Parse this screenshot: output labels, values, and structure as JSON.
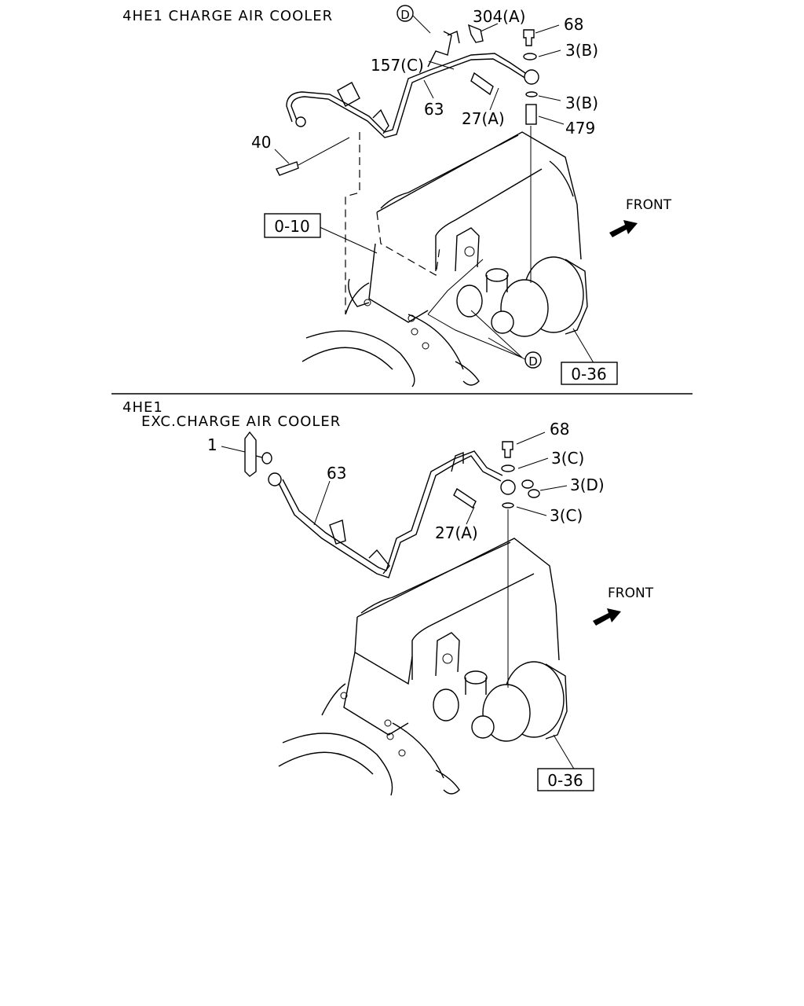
{
  "upper": {
    "title": "4HE1 CHARGE AIR COOLER",
    "labels": {
      "d_top": "D",
      "p304a": "304(A)",
      "p68": "68",
      "p3b_top": "3(B)",
      "p157c": "157(C)",
      "p63": "63",
      "p3b_bottom": "3(B)",
      "p27a": "27(A)",
      "p479": "479",
      "p40": "40",
      "front": "FRONT",
      "ref_010": "0-10",
      "d_bottom": "D",
      "ref_036": "0-36"
    }
  },
  "lower": {
    "title_line1": "4HE1",
    "title_line2": "EXC.CHARGE AIR COOLER",
    "labels": {
      "p68": "68",
      "p1": "1",
      "p3c_top": "3(C)",
      "p63": "63",
      "p3d": "3(D)",
      "p3c_bottom": "3(C)",
      "p27a": "27(A)",
      "front": "FRONT",
      "ref_036": "0-36"
    }
  }
}
